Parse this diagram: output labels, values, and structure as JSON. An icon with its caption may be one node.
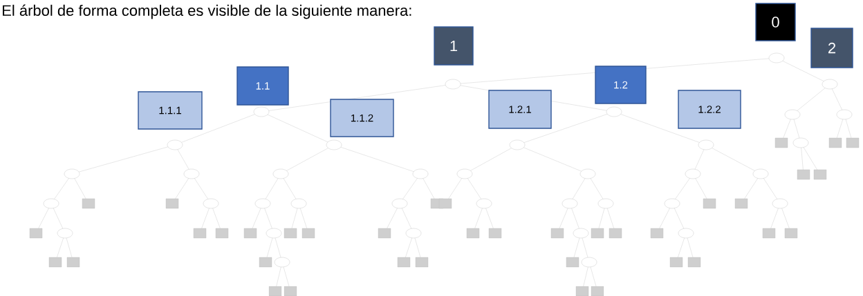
{
  "diagram": {
    "title": "El árbol de forma completa es visible de la siguiente manera:",
    "nodes": [
      {
        "text": [
          "0"
        ]
      },
      {
        "text": [
          "1"
        ]
      },
      {
        "text": [
          "2"
        ]
      },
      {
        "text": [
          "1.1"
        ]
      },
      {
        "text": [
          "1.2"
        ]
      },
      {
        "text": [
          "1.1.1"
        ]
      },
      {
        "text": [
          "1.1.2"
        ]
      },
      {
        "text": [
          "1.2.1"
        ]
      },
      {
        "text": [
          "1.2.2"
        ]
      }
    ]
  }
}
